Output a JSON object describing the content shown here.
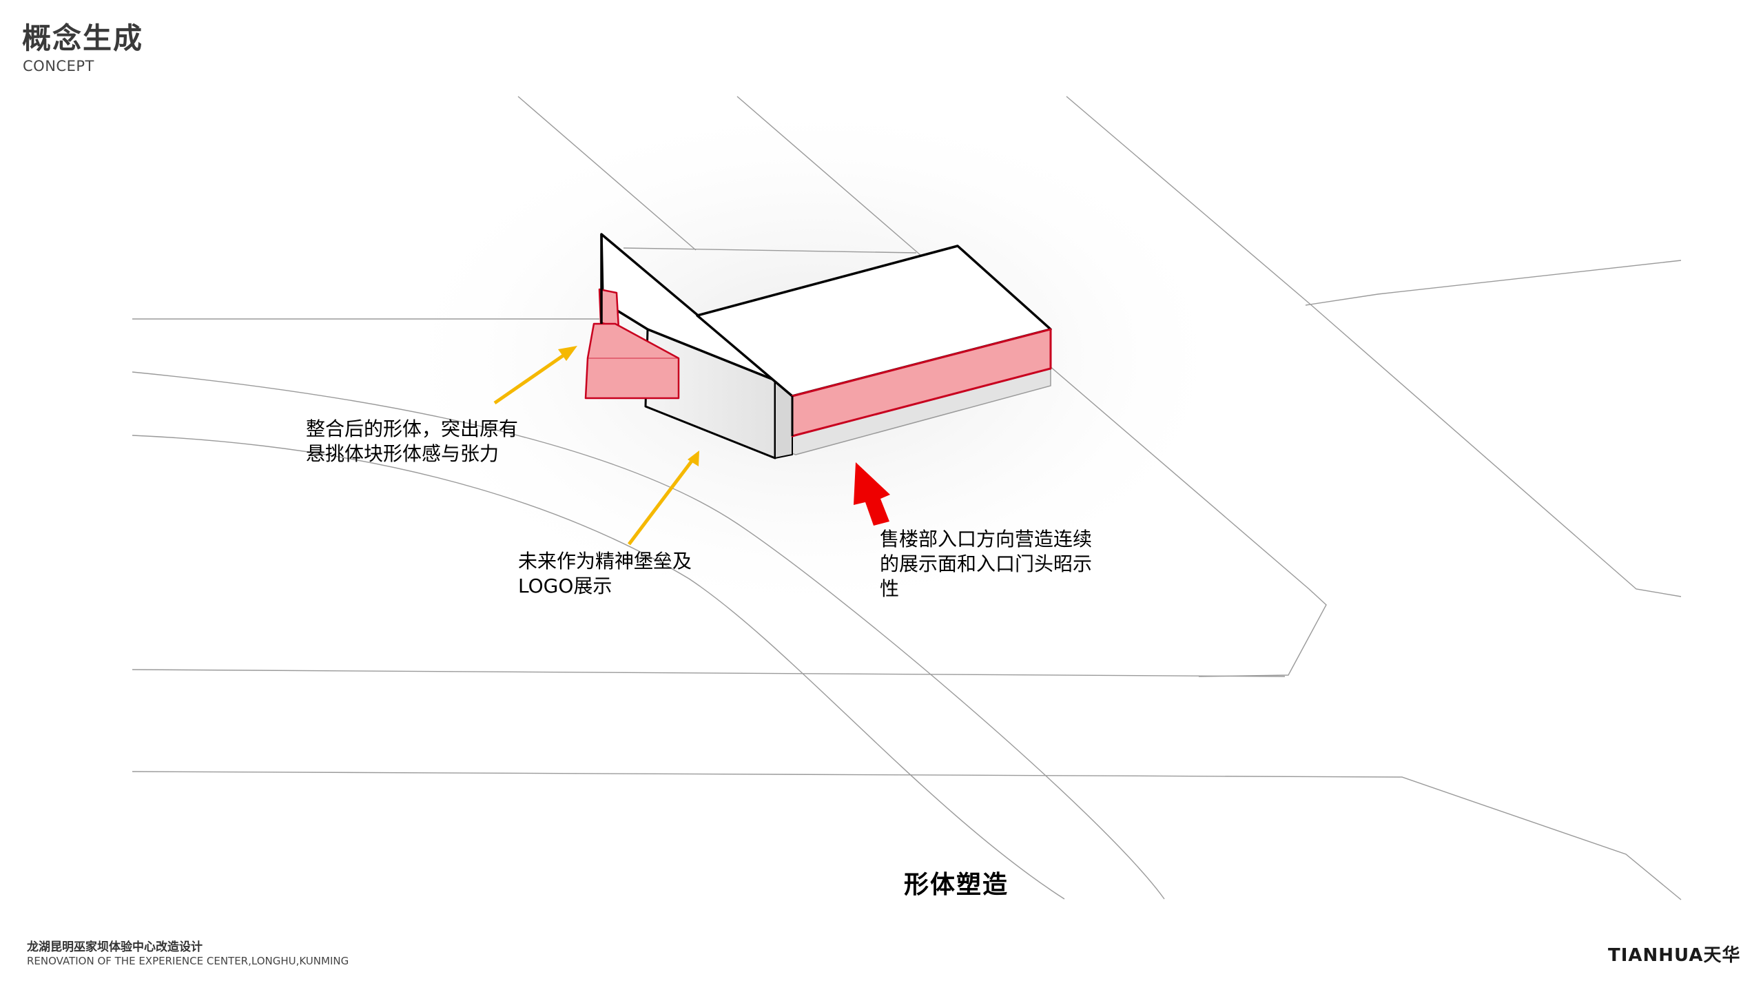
{
  "header": {
    "title_cn": "概念生成",
    "title_en": "CONCEPT"
  },
  "annotations": {
    "cantilever": "整合后的形体，突出原有悬挑体块形体感与张力",
    "logo_bastion": "未来作为精神堡垒及LOGO展示",
    "entrance": "售楼部入口方向营造连续的展示面和入口门头昭示性"
  },
  "caption": "形体塑造",
  "footer": {
    "project_cn": "龙湖昆明巫家坝体验中心改造设计",
    "project_en": "RENOVATION OF THE EXPERIENCE CENTER,LONGHU,KUNMING",
    "logo": "TIANHUA天华"
  },
  "colors": {
    "highlight_fill": "#f4a3a8",
    "highlight_stroke": "#c8001e",
    "arrow_yellow": "#f5b800",
    "arrow_red": "#ee0000",
    "site_lines": "#9a9a9a",
    "outline": "#000000"
  },
  "icons": {
    "pointer_arrows": "arrow-icon",
    "entrance_arrow": "arrow-up-icon"
  }
}
